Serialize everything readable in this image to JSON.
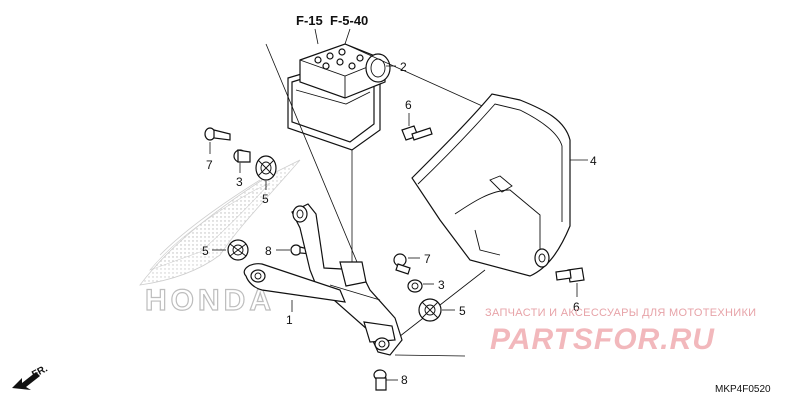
{
  "references": {
    "ref_a": "F-15",
    "ref_b": "F-5-40"
  },
  "callouts": {
    "abs_unit": "2",
    "cover": "4",
    "bolt_top": "6",
    "bolt_right": "6",
    "bolt_left": "7",
    "bolt_mid": "7",
    "collar_left": "3",
    "collar_mid": "3",
    "grommet_upper": "5",
    "grommet_lower": "5",
    "grommet_right": "5",
    "bolt_small": "8",
    "bolt_bottom": "8",
    "bracket": "1"
  },
  "watermark": {
    "caption": "ЗАПЧАСТИ И АКСЕССУАРЫ ДЛЯ МОТОТЕХНИКИ",
    "brand": "PARTSFOR.RU"
  },
  "logo": {
    "text": "HONDA"
  },
  "direction": {
    "label": "FR."
  },
  "diagram_code": "MKP4F0520",
  "colors": {
    "line": "#111111",
    "watermark": "#f2b8bc",
    "logo": "#bdbdbd"
  }
}
